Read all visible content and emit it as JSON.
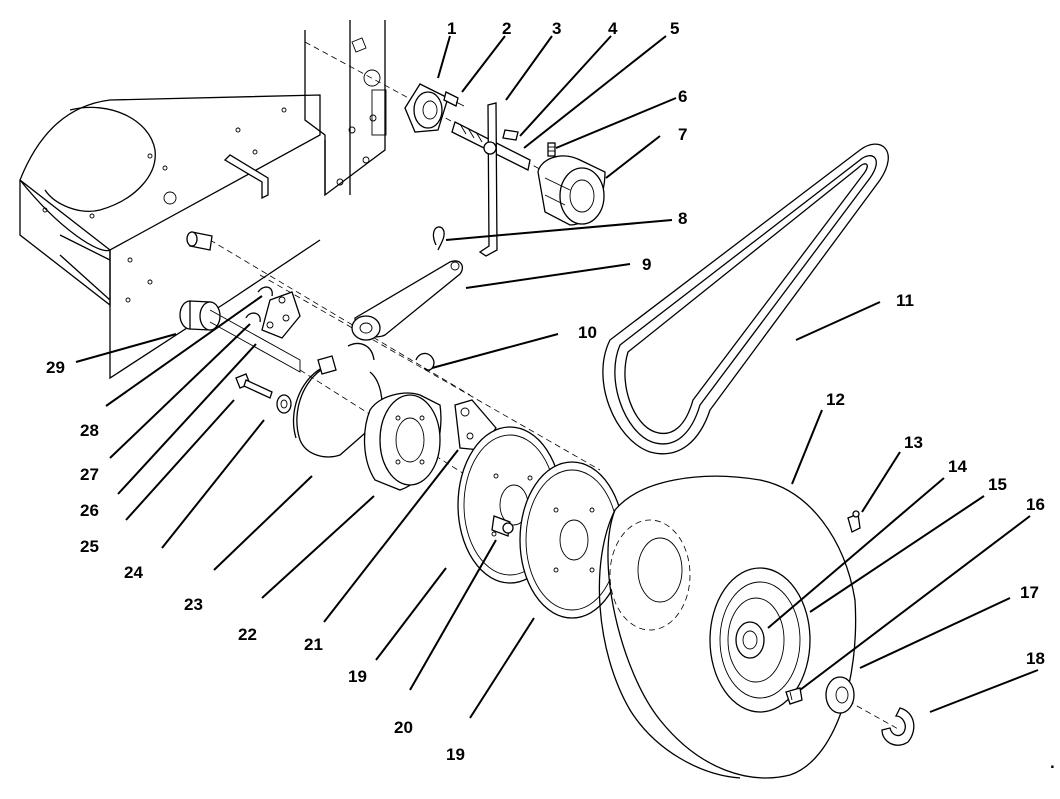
{
  "diagram": {
    "labels": [
      "1",
      "2",
      "3",
      "4",
      "5",
      "6",
      "7",
      "8",
      "9",
      "10",
      "11",
      "12",
      "13",
      "14",
      "15",
      "16",
      "17",
      "18",
      "19",
      "19",
      "20",
      "21",
      "22",
      "23",
      "24",
      "25",
      "26",
      "27",
      "28",
      "29"
    ],
    "corner_mark": "."
  }
}
